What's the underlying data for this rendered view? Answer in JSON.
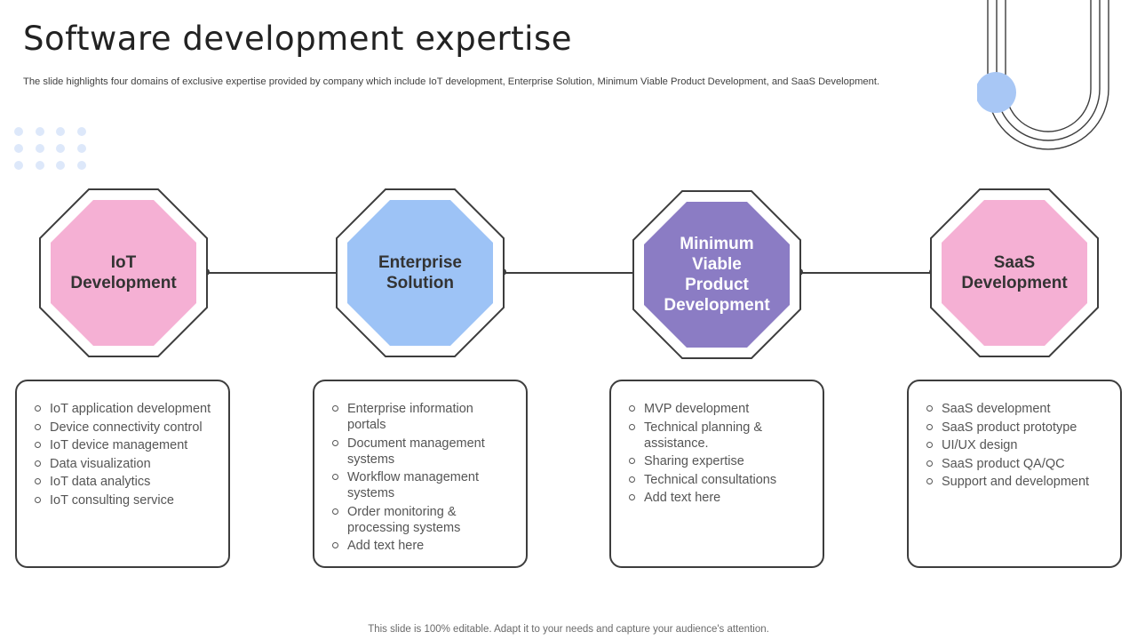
{
  "slide": {
    "title": "Software development expertise",
    "subtitle": "The slide highlights four domains of exclusive expertise provided by company which include IoT development, Enterprise Solution, Minimum Viable Product Development, and SaaS Development.",
    "footer": "This slide is 100% editable. Adapt it to your needs and capture your audience's attention."
  },
  "colors": {
    "pink": "#f5b0d4",
    "blue": "#9dc3f6",
    "purple": "#8b7cc4",
    "accent_circle": "#a8c7f5",
    "outline": "#3d3d3d",
    "label_dark": "#333333",
    "label_light": "#ffffff"
  },
  "domains": [
    {
      "label": "IoT\nDevelopment",
      "items": [
        "IoT application development",
        "Device connectivity control",
        "IoT device management",
        "Data visualization",
        "IoT data analytics",
        "IoT consulting service"
      ]
    },
    {
      "label": "Enterprise\nSolution",
      "items": [
        "Enterprise information portals",
        "Document management systems",
        "Workflow management systems",
        "Order monitoring & processing systems",
        "Add text here"
      ]
    },
    {
      "label": "Minimum\nViable\nProduct\nDevelopment",
      "items": [
        "MVP development",
        "Technical planning & assistance.",
        "Sharing expertise",
        "Technical consultations",
        "Add text here"
      ]
    },
    {
      "label": "SaaS\nDevelopment",
      "items": [
        "SaaS development",
        "SaaS product prototype",
        "UI/UX design",
        "SaaS product QA/QC",
        "Support and development"
      ]
    }
  ]
}
